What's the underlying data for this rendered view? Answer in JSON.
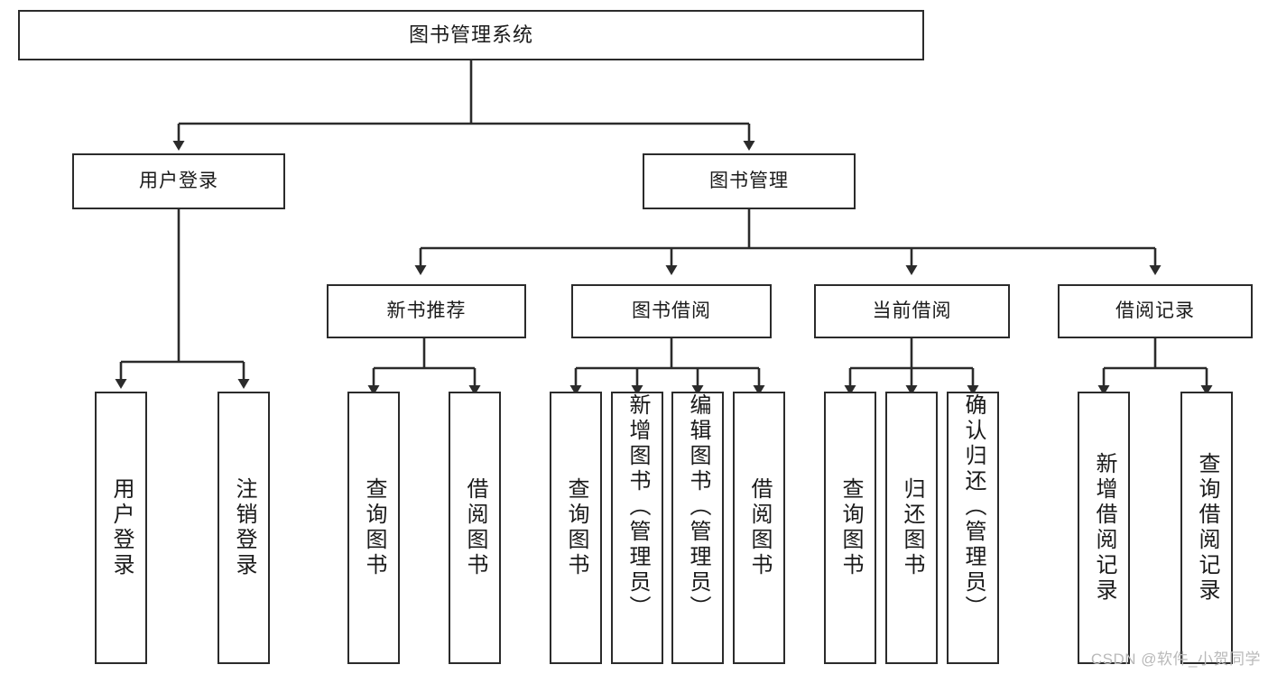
{
  "diagram": {
    "type": "tree",
    "title": "图书管理系统",
    "orientation": "top-down",
    "watermark": "CSDN @软件_小贺同学",
    "colors": {
      "box_border": "#2b2b2b",
      "box_fill": "#ffffff",
      "connector": "#2b2b2b",
      "text": "#1a1a1a",
      "watermark": "#b9b9b9"
    },
    "nodes": {
      "root": {
        "label": "图书管理系统"
      },
      "level2": [
        {
          "label": "用户登录"
        },
        {
          "label": "图书管理"
        }
      ],
      "level3": [
        {
          "label": "新书推荐"
        },
        {
          "label": "图书借阅"
        },
        {
          "label": "当前借阅"
        },
        {
          "label": "借阅记录"
        }
      ],
      "leaves": {
        "user_login": [
          {
            "label": "用户登录"
          },
          {
            "label": "注销登录"
          }
        ],
        "new_book_recommend": [
          {
            "label": "查询图书"
          },
          {
            "label": "借阅图书"
          }
        ],
        "book_borrow": [
          {
            "label": "查询图书"
          },
          {
            "label": "新增图书（管理员）"
          },
          {
            "label": "编辑图书（管理员）"
          },
          {
            "label": "借阅图书"
          }
        ],
        "current_borrow": [
          {
            "label": "查询图书"
          },
          {
            "label": "归还图书"
          },
          {
            "label": "确认归还（管理员）"
          }
        ],
        "borrow_record": [
          {
            "label": "新增借阅记录"
          },
          {
            "label": "查询借阅记录"
          }
        ]
      }
    }
  }
}
